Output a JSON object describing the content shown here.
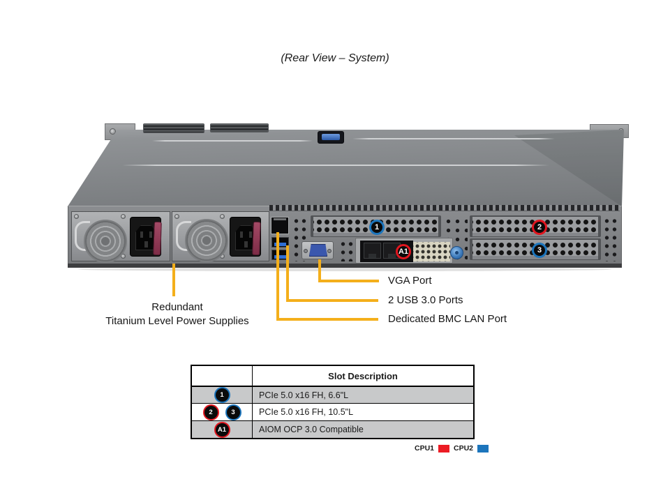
{
  "title": "(Rear View – System)",
  "callouts": {
    "psu_line1": "Redundant",
    "psu_line2": "Titanium Level Power Supplies",
    "vga": "VGA Port",
    "usb": "2 USB 3.0 Ports",
    "bmc": "Dedicated BMC LAN Port"
  },
  "slot_badges": {
    "slot1": {
      "label": "1",
      "cpu": "CPU2"
    },
    "slot2": {
      "label": "2",
      "cpu": "CPU1"
    },
    "slot3": {
      "label": "3",
      "cpu": "CPU2"
    },
    "aiom": {
      "label": "A1",
      "cpu": "CPU1"
    }
  },
  "table": {
    "header_description": "Slot Description",
    "rows": [
      {
        "badges": [
          "1"
        ],
        "badge_cpus": [
          "CPU2"
        ],
        "description": "PCIe 5.0 x16 FH, 6.6\"L"
      },
      {
        "badges": [
          "2",
          "3"
        ],
        "badge_cpus": [
          "CPU1",
          "CPU2"
        ],
        "description": "PCIe 5.0 x16 FH, 10.5\"L"
      },
      {
        "badges": [
          "A1"
        ],
        "badge_cpus": [
          "CPU1"
        ],
        "description": "AIOM OCP 3.0 Compatible"
      }
    ]
  },
  "legend": {
    "cpu1": {
      "label": "CPU1",
      "color": "#EC1C24"
    },
    "cpu2": {
      "label": "CPU2",
      "color": "#1C75BC"
    }
  }
}
